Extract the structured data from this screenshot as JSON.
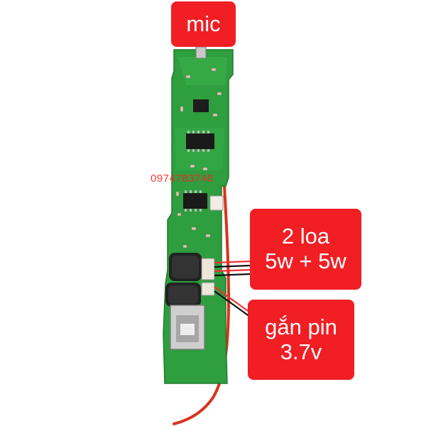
{
  "labels": {
    "mic": "mic",
    "speaker_line1": "2 loa",
    "speaker_line2": "5w + 5w",
    "battery_line1": "gắn pin",
    "battery_line2": "3.7v"
  },
  "watermark": {
    "phone": "0974783746"
  },
  "colors": {
    "label_background": "#f11e24",
    "label_text": "#ffffff",
    "pcb_green": "#2e9e3e",
    "wire_red": "#e8381f",
    "watermark": "#ff2222"
  }
}
